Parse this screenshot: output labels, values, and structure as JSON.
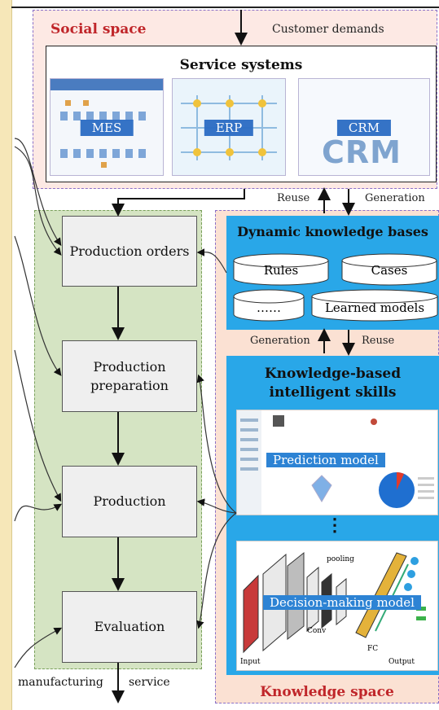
{
  "social_space": {
    "title": "Social space",
    "customer_demands": "Customer demands",
    "service_systems": {
      "title": "Service systems",
      "items": [
        {
          "label": "MES"
        },
        {
          "label": "ERP"
        },
        {
          "label": "CRM"
        }
      ],
      "crm_logo_text": "CRM"
    }
  },
  "links_top": {
    "reuse": "Reuse",
    "generation": "Generation"
  },
  "links_mid": {
    "generation": "Generation",
    "reuse": "Reuse"
  },
  "production": {
    "steps": [
      {
        "label": "Production orders"
      },
      {
        "label": "Production preparation"
      },
      {
        "label": "Production"
      },
      {
        "label": "Evaluation"
      }
    ],
    "output_left": "manufacturing",
    "output_right": "service"
  },
  "knowledge_space": {
    "title": "Knowledge space",
    "dynamic_kb": {
      "title": "Dynamic knowledge bases",
      "items": [
        {
          "label": "Rules"
        },
        {
          "label": "Cases"
        },
        {
          "label": "……"
        },
        {
          "label": "Learned models"
        }
      ]
    },
    "skills": {
      "title_line1": "Knowledge-based",
      "title_line2": "intelligent skills",
      "prediction_model": "Prediction model",
      "ellipsis": "⋮",
      "decision_model": "Decision-making model",
      "cnn_labels": {
        "pooling": "pooling",
        "conv": "Conv",
        "fc": "FC",
        "input": "Input",
        "output": "Output"
      }
    }
  },
  "colors": {
    "title_red": "#c0262a",
    "blue_panel": "#29a7e8",
    "green_panel": "#d5e4c3",
    "social_bg": "#fde9e4",
    "knowledge_bg": "#fbe1d3"
  }
}
